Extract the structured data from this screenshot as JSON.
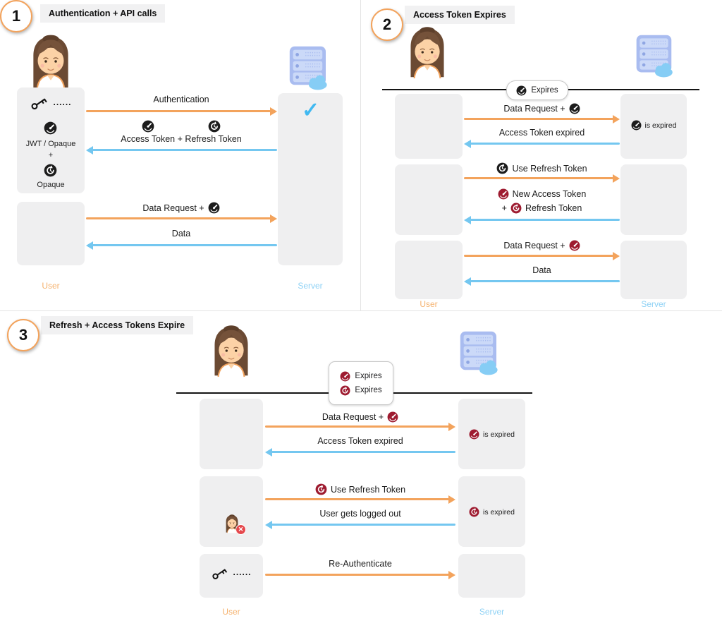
{
  "colors": {
    "orange": "#F3A35C",
    "blue": "#74C7F0",
    "token_black": "#1C1C1C",
    "token_red": "#9E1B30"
  },
  "icons": {
    "check": "✓",
    "close_badge": "✕",
    "user": "woman-avatar-icon",
    "server": "server-cloud-icon",
    "access_token": "access-token-clock-icon",
    "refresh_token": "refresh-token-history-icon",
    "key": "key-icon"
  },
  "panel1": {
    "number": "1",
    "title": "Authentication + API calls",
    "key_dots": "......",
    "jwt_opaque": "JWT / Opaque",
    "plus": "+",
    "opaque": "Opaque",
    "msg_authentication": "Authentication",
    "msg_tokens": "Access Token + Refresh Token",
    "msg_data_request": "Data Request +",
    "msg_data": "Data",
    "user_label": "User",
    "server_label": "Server"
  },
  "panel2": {
    "number": "2",
    "title": "Access Token Expires",
    "expires_pill": "Expires",
    "msg_data_request": "Data Request +",
    "is_expired": "is expired",
    "msg_token_expired": "Access Token expired",
    "msg_use_refresh": "Use Refresh Token",
    "msg_new_access": "New Access Token",
    "plus": "+",
    "msg_new_refresh": "Refresh Token",
    "msg_data_request2": "Data Request +",
    "msg_data": "Data",
    "user_label": "User",
    "server_label": "Server"
  },
  "panel3": {
    "number": "3",
    "title": "Refresh + Access Tokens Expire",
    "expires_access": "Expires",
    "expires_refresh": "Expires",
    "msg_data_request": "Data Request +",
    "access_is_expired": "is expired",
    "refresh_is_expired": "is expired",
    "msg_token_expired": "Access Token expired",
    "msg_use_refresh": "Use Refresh Token",
    "msg_logged_out": "User gets logged out",
    "key_dots": "......",
    "msg_reauth": "Re-Authenticate",
    "user_label": "User",
    "server_label": "Server"
  }
}
